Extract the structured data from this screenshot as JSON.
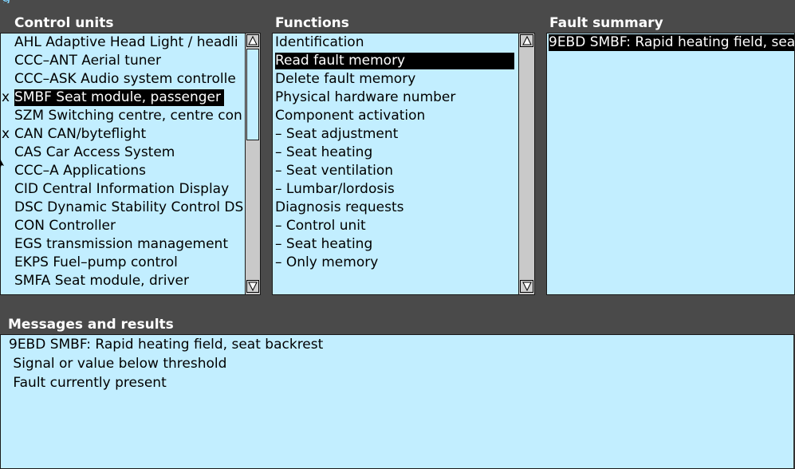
{
  "control_units": {
    "title": "Control units",
    "items": [
      {
        "mark": "",
        "label": "AHL Adaptive Head Light / headli",
        "selected": false
      },
      {
        "mark": "",
        "label": "CCC–ANT Aerial tuner",
        "selected": false
      },
      {
        "mark": "",
        "label": "CCC–ASK Audio system controlle",
        "selected": false
      },
      {
        "mark": "x",
        "label": "SMBF Seat module, passenger",
        "selected": true
      },
      {
        "mark": "",
        "label": "SZM Switching centre, centre con",
        "selected": false
      },
      {
        "mark": "x",
        "label": "CAN CAN/byteflight",
        "selected": false
      },
      {
        "mark": "",
        "label": "CAS Car Access System",
        "selected": false
      },
      {
        "mark": "",
        "label": "CCC–A Applications",
        "selected": false
      },
      {
        "mark": "",
        "label": "CID Central Information Display",
        "selected": false
      },
      {
        "mark": "",
        "label": "DSC Dynamic Stability Control DS",
        "selected": false
      },
      {
        "mark": "",
        "label": "CON Controller",
        "selected": false
      },
      {
        "mark": "",
        "label": "EGS transmission management",
        "selected": false
      },
      {
        "mark": "",
        "label": "EKPS Fuel–pump control",
        "selected": false
      },
      {
        "mark": "",
        "label": "SMFA Seat module, driver",
        "selected": false
      }
    ]
  },
  "functions": {
    "title": "Functions",
    "items": [
      {
        "label": "Identification",
        "selected": false
      },
      {
        "label": "Read fault memory",
        "selected": true
      },
      {
        "label": "Delete fault memory",
        "selected": false
      },
      {
        "label": "Physical hardware number",
        "selected": false
      },
      {
        "label": "Component activation",
        "selected": false
      },
      {
        "label": "– Seat adjustment",
        "selected": false
      },
      {
        "label": "– Seat heating",
        "selected": false
      },
      {
        "label": "– Seat ventilation",
        "selected": false
      },
      {
        "label": "– Lumbar/lordosis",
        "selected": false
      },
      {
        "label": "Diagnosis requests",
        "selected": false
      },
      {
        "label": "– Control unit",
        "selected": false
      },
      {
        "label": "– Seat heating",
        "selected": false
      },
      {
        "label": "– Only memory",
        "selected": false
      }
    ]
  },
  "fault_summary": {
    "title": "Fault summary",
    "items": [
      {
        "label": "9EBD SMBF: Rapid heating field, sea",
        "selected": true
      }
    ]
  },
  "messages": {
    "title": "Messages and results",
    "lines": [
      "9EBD SMBF: Rapid heating field, seat backrest",
      " Signal or value below threshold",
      " Fault currently present"
    ]
  },
  "icons": {
    "scroll_up": "arrow-up-icon",
    "scroll_down": "arrow-down-icon",
    "pointer": "mouse-pointer-icon"
  },
  "colors": {
    "background": "#4a4a4a",
    "panel": "#c2eeff",
    "selection": "#000000",
    "title_text": "#ffffff"
  }
}
